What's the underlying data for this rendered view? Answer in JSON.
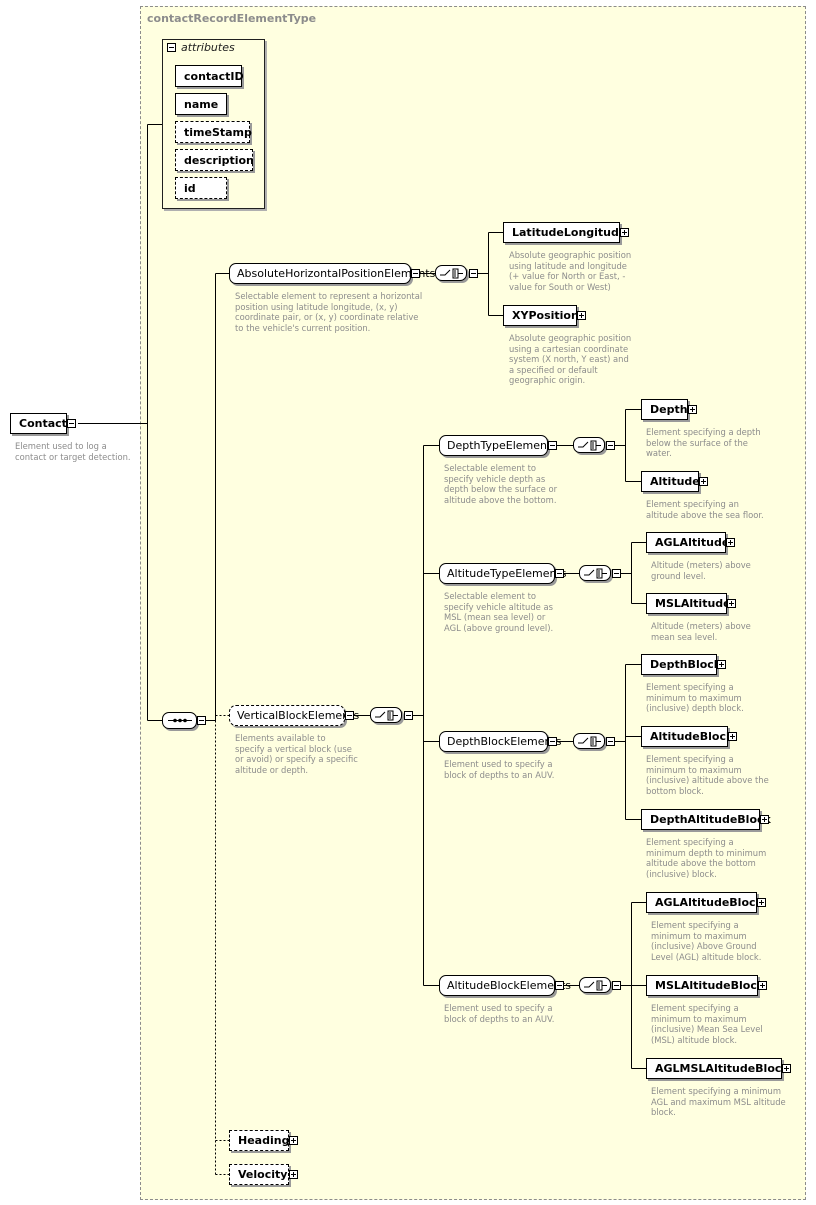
{
  "title": "contactRecordElementType",
  "attributes": {
    "header": "attributes",
    "items": [
      "contactID",
      "name",
      "timeStamp",
      "description",
      "id"
    ]
  },
  "root": {
    "label": "Contact",
    "desc": "Element used to log a\ncontact or target detection."
  },
  "elements": {
    "ahpe": {
      "label": "AbsoluteHorizontalPositionElements",
      "desc": "Selectable element to represent a horizontal\nposition using latitude longitude, (x, y)\ncoordinate pair, or (x, y) coordinate relative\nto the vehicle's current position."
    },
    "latlon": {
      "label": "LatitudeLongitude",
      "desc": "Absolute geographic position\nusing latitude and longitude\n(+ value for North or East, -\nvalue for South or West)"
    },
    "xypos": {
      "label": "XYPosition",
      "desc": "Absolute geographic position\nusing a cartesian coordinate\nsystem (X north, Y east) and\na specified or default\ngeographic origin."
    },
    "vbe": {
      "label": "VerticalBlockElements",
      "desc": "Elements available to\nspecify a vertical block (use\nor avoid) or specify a specific\naltitude or depth."
    },
    "dte": {
      "label": "DepthTypeElements",
      "desc": "Selectable element to\nspecify vehicle depth as\ndepth below the surface or\naltitude above the bottom."
    },
    "depth": {
      "label": "Depth",
      "desc": "Element specifying a depth\nbelow the surface of the\nwater."
    },
    "altitude": {
      "label": "Altitude",
      "desc": "Element specifying an\naltitude above the sea floor."
    },
    "ate": {
      "label": "AltitudeTypeElements",
      "desc": "Selectable element to\nspecify vehicle altitude as\nMSL (mean sea level) or\nAGL (above ground level)."
    },
    "aglalt": {
      "label": "AGLAltitude",
      "desc": "Altitude (meters) above\nground level."
    },
    "mslalt": {
      "label": "MSLAltitude",
      "desc": "Altitude (meters) above\nmean sea level."
    },
    "dbe": {
      "label": "DepthBlockElements",
      "desc": "Element used to specify a\nblock of depths to an AUV."
    },
    "depthblock": {
      "label": "DepthBlock",
      "desc": "Element specifying a\nminimum to maximum\n(inclusive) depth block."
    },
    "altblock": {
      "label": "AltitudeBlock",
      "desc": "Element specifying a\nminimum to maximum\n(inclusive) altitude above the\nbottom block."
    },
    "depthaltblock": {
      "label": "DepthAltitudeBlock",
      "desc": "Element specifying a\nminimum depth to minimum\naltitude above the bottom\n(inclusive) block."
    },
    "abe": {
      "label": "AltitudeBlockElements",
      "desc": "Element used to specify a\nblock of depths to an AUV."
    },
    "aglaltblock": {
      "label": "AGLAltitudeBlock",
      "desc": "Element specifying a\nminimum to maximum\n(inclusive) Above Ground\nLevel (AGL) altitude block."
    },
    "mslaltblock": {
      "label": "MSLAltitudeBlock",
      "desc": "Element specifying a\nminimum to maximum\n(inclusive) Mean Sea Level\n(MSL) altitude block."
    },
    "aglmslaltblock": {
      "label": "AGLMSLAltitudeBlock",
      "desc": "Element specifying a minimum\nAGL and maximum MSL altitude\nblock."
    },
    "heading": {
      "label": "Heading"
    },
    "velocity": {
      "label": "Velocity"
    }
  },
  "colors": {
    "frame_fill": "#ffffe0",
    "frame_border": "#8c8c8c",
    "description_text": "#8c8c8c",
    "line": "#000000"
  },
  "icons": {
    "sequence": "sequence-compositor-icon",
    "choice": "choice-compositor-icon",
    "expand": "plus-icon",
    "collapse": "minus-icon"
  }
}
